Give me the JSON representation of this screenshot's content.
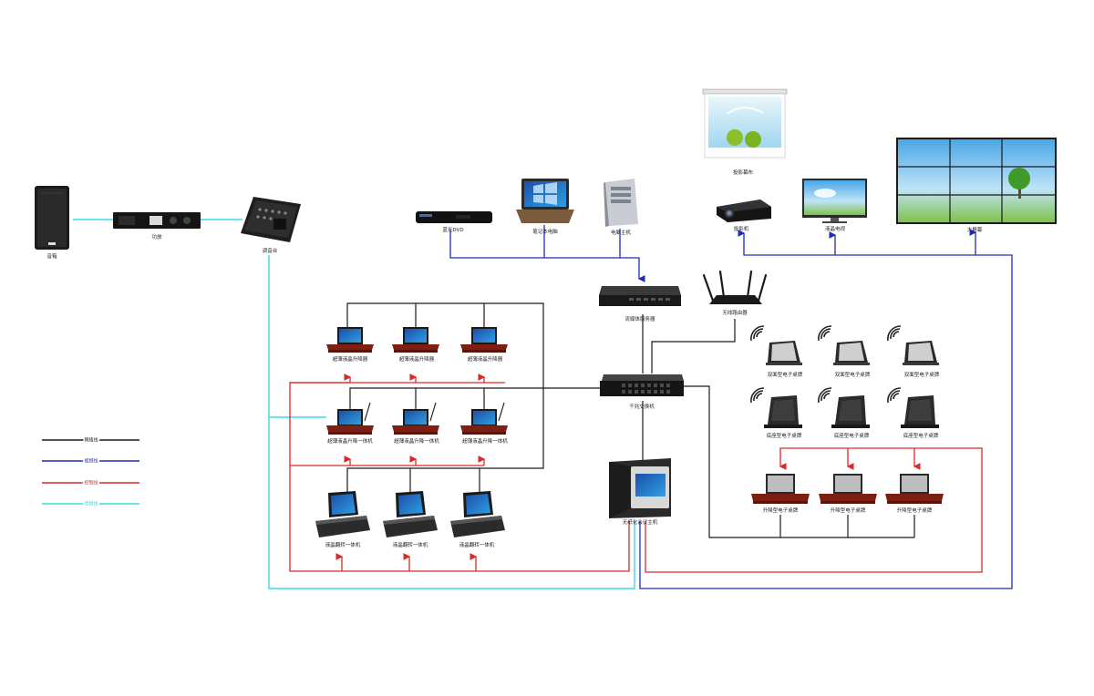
{
  "labels": {
    "speaker": "音箱",
    "amplifier": "功放",
    "mixer": "调音台",
    "bluray": "蓝光DVD",
    "laptop": "笔记本电脑",
    "pc": "电脑主机",
    "screen": "投影幕布",
    "projector": "投影机",
    "tv": "液晶电视",
    "videowall": "大屏幕",
    "media_server": "流媒体服务器",
    "router": "无线路由器",
    "switch": "千兆交换机",
    "host": "无纸化会议主机",
    "lift_a": "超薄液晶升降器",
    "lift_b": "超薄液晶升降一体机",
    "flip": "液晶翻转一体机",
    "table_a": "双面型电子桌牌",
    "table_b": "底座型电子桌牌",
    "table_c": "升降型电子桌牌"
  },
  "legend": [
    {
      "text": "网络线",
      "color": "#1a1a1a"
    },
    {
      "text": "视频线",
      "color": "#1f2db5"
    },
    {
      "text": "控制线",
      "color": "#d92a2a"
    },
    {
      "text": "音频线",
      "color": "#3fd8e6"
    }
  ],
  "colors": {
    "network": "#1a1a1a",
    "video": "#1f2db5",
    "control": "#d92a2a",
    "audio": "#3fd8e6"
  }
}
